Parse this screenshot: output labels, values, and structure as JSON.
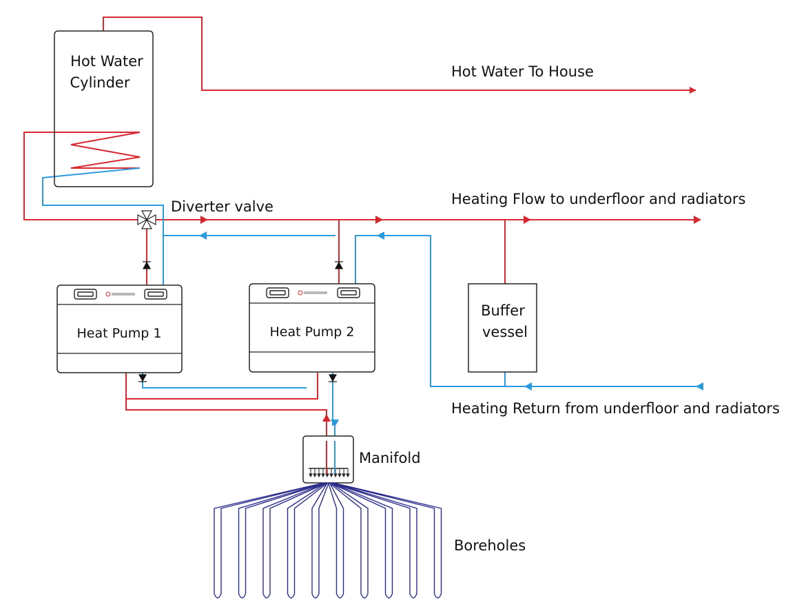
{
  "labels": {
    "cylinder_line1": "Hot Water",
    "cylinder_line2": "Cylinder",
    "hot_water_to_house": "Hot Water To House",
    "diverter_valve": "Diverter valve",
    "heating_flow": "Heating Flow to underfloor and radiators",
    "heating_return": "Heating Return from underfloor and radiators",
    "heat_pump_1": "Heat Pump 1",
    "heat_pump_2": "Heat Pump 2",
    "buffer_line1": "Buffer",
    "buffer_line2": "vessel",
    "manifold": "Manifold",
    "boreholes": "Boreholes"
  },
  "colors": {
    "flow": "#d7282f",
    "return": "#2b9be0",
    "ground_loop": "#2c2c8c",
    "outline": "#222222"
  },
  "borehole_count": 10
}
